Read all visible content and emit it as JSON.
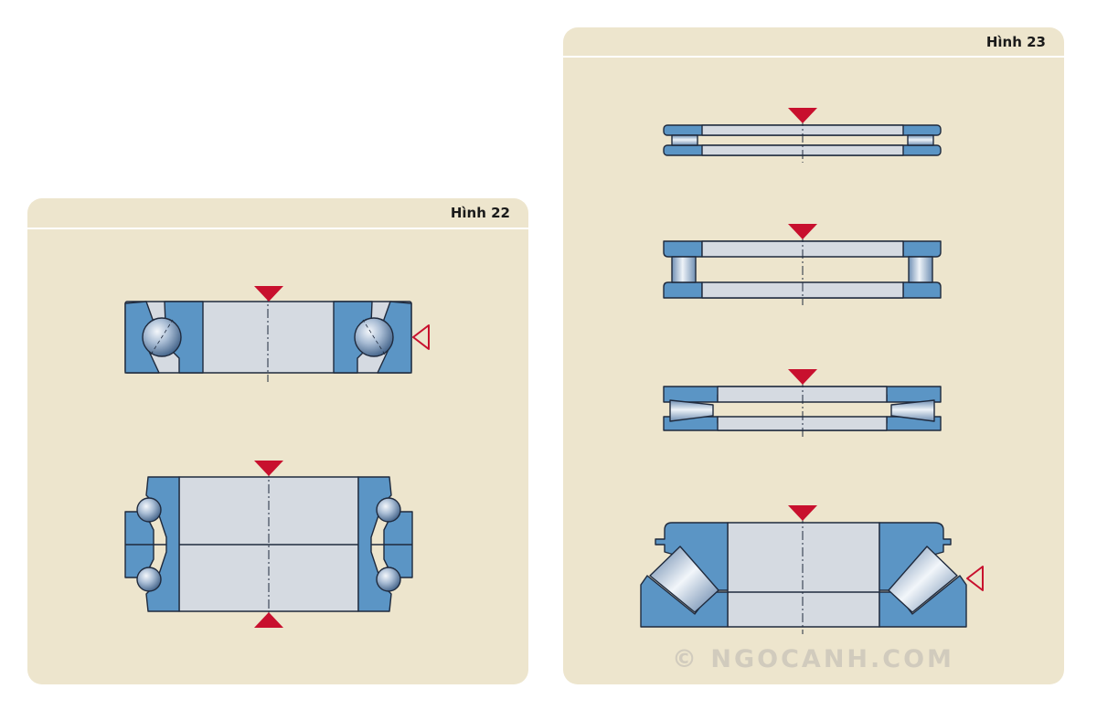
{
  "figures": [
    {
      "id": "fig-22",
      "label": "Hình 22"
    },
    {
      "id": "fig-23",
      "label": "Hình 23"
    }
  ],
  "watermark": "© NGOCANH.COM",
  "colors": {
    "panel": "#ede5cd",
    "ring": "#5b95c5",
    "bore": "#d5dae1",
    "outline": "#1f2a3d",
    "marker": "#c8102e",
    "ball": "#8ca6c4"
  },
  "icons": [
    "load-arrow-down-icon",
    "load-arrow-up-icon",
    "axial-load-icon",
    "ball-icon",
    "roller-icon",
    "tapered-roller-icon",
    "spherical-roller-icon"
  ]
}
